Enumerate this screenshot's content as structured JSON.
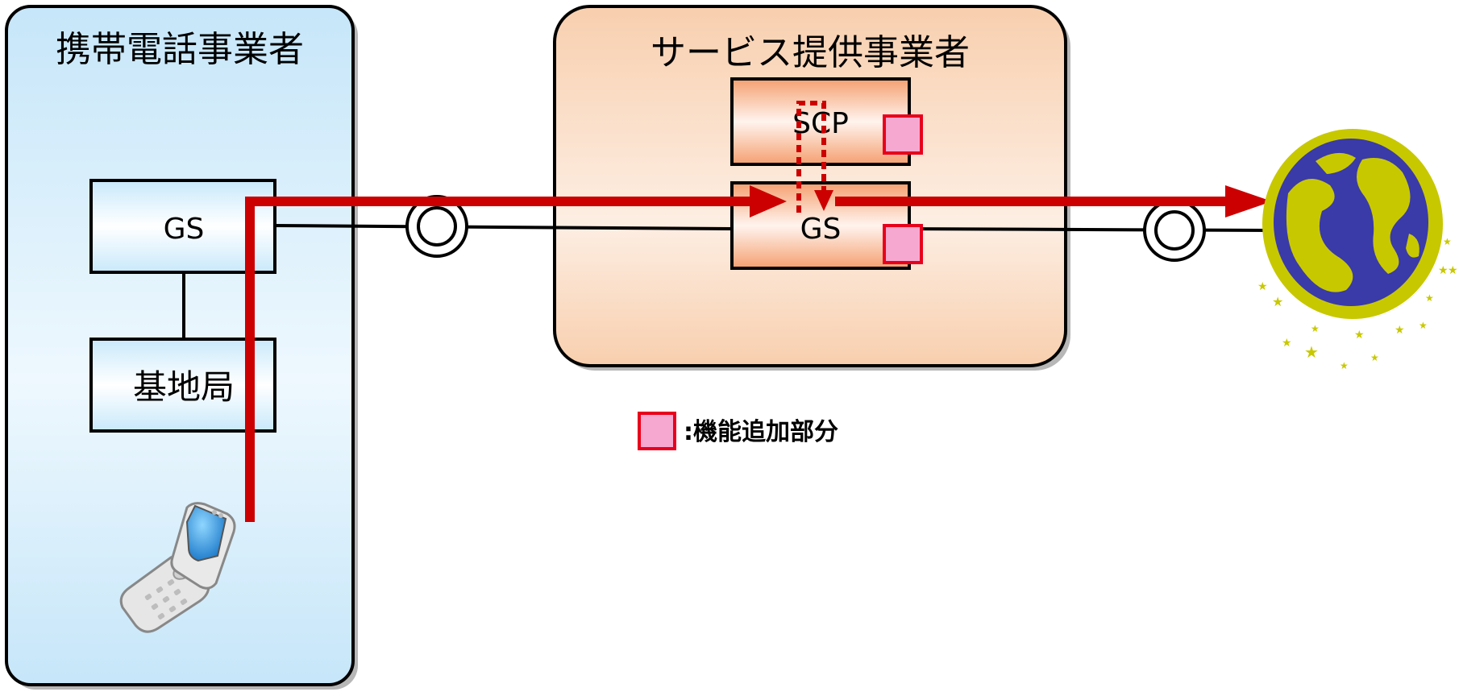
{
  "regions": {
    "carrier": {
      "title": "携帯電話事業者"
    },
    "provider": {
      "title": "サービス提供事業者"
    }
  },
  "boxes": {
    "carrier_gs": "GS",
    "base_station": "基地局",
    "scp": "SCP",
    "provider_gs": "GS"
  },
  "legend": {
    "text": ":機能追加部分",
    "color": "#f7a8d0",
    "border": "#e8001c"
  },
  "colors": {
    "flow_arrow": "#cc0000",
    "carrier_fill": "#c9e8fa",
    "provider_fill": "#f9cfb1",
    "box_orange": "#f4a070",
    "globe_ocean": "#3a3aa8",
    "globe_land": "#c8c800"
  }
}
